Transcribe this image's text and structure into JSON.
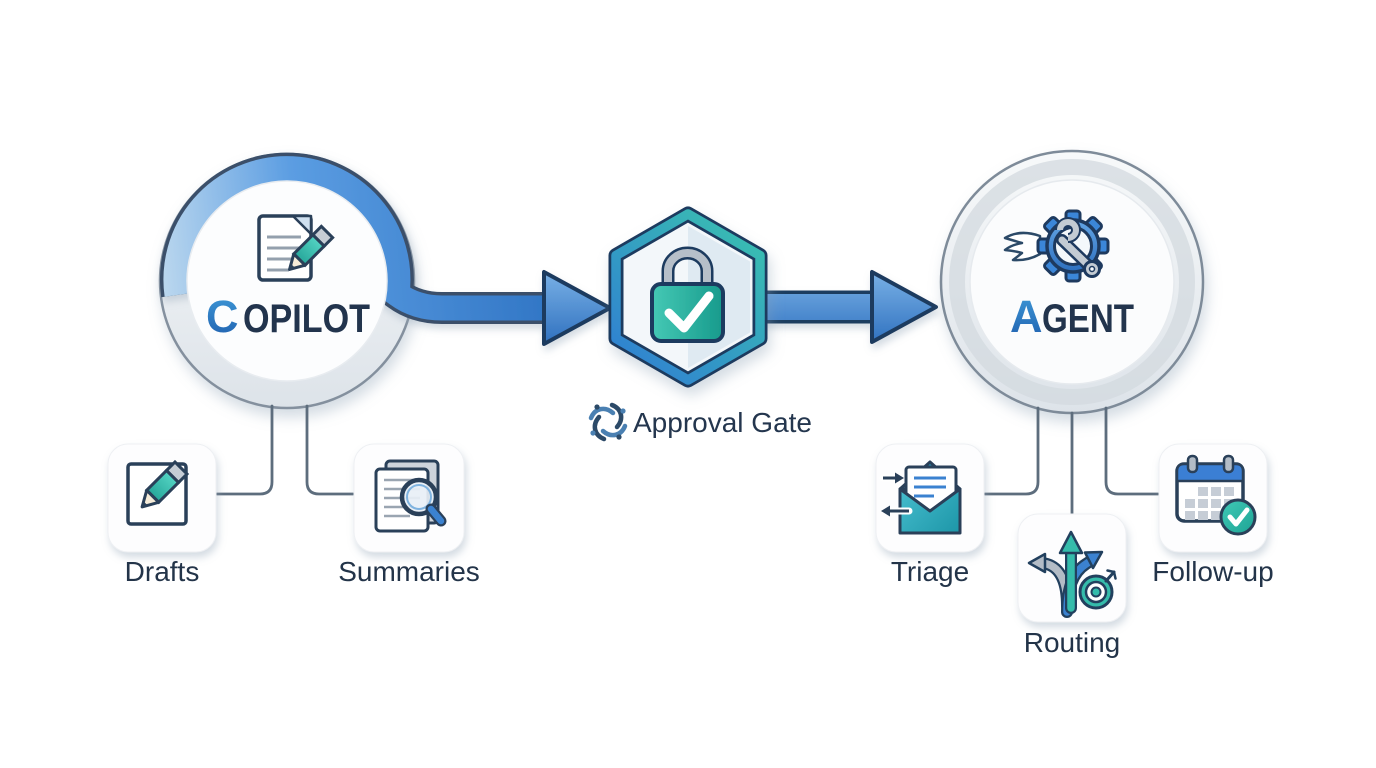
{
  "nodes": {
    "copilot": {
      "initial": "C",
      "rest": "OPILOT",
      "icon": "document-pencil-icon"
    },
    "gate": {
      "label": "Approval Gate",
      "icon": "padlock-check-icon",
      "bullet_icon": "pinwheel-icon"
    },
    "agent": {
      "initial": "A",
      "rest": "GENT",
      "icon": "gear-wrench-wing-icon"
    }
  },
  "children": {
    "copilot": [
      {
        "label": "Drafts",
        "icon": "pencil-square-icon"
      },
      {
        "label": "Summaries",
        "icon": "document-magnifier-icon"
      }
    ],
    "agent": [
      {
        "label": "Triage",
        "icon": "envelope-arrows-icon"
      },
      {
        "label": "Routing",
        "icon": "branch-arrows-target-icon"
      },
      {
        "label": "Follow-up",
        "icon": "calendar-check-icon"
      }
    ]
  },
  "edges": [
    {
      "from": "copilot",
      "to": "gate",
      "type": "arrow"
    },
    {
      "from": "gate",
      "to": "agent",
      "type": "arrow"
    },
    {
      "from": "copilot",
      "to": "Drafts",
      "type": "line"
    },
    {
      "from": "copilot",
      "to": "Summaries",
      "type": "line"
    },
    {
      "from": "agent",
      "to": "Triage",
      "type": "line"
    },
    {
      "from": "agent",
      "to": "Routing",
      "type": "line"
    },
    {
      "from": "agent",
      "to": "Follow-up",
      "type": "line"
    }
  ],
  "colors": {
    "arrow_blue": "#2f74c4",
    "teal": "#2fb5a5",
    "navy_text": "#22344d",
    "outline_navy": "#1e3a5f",
    "connector_gray": "#5d6d7d",
    "hex_blue": "#2e7ed3",
    "hex_teal": "#3ac2af",
    "gear_blue": "#3b86d8",
    "calendar_blue": "#3b7fd4"
  }
}
